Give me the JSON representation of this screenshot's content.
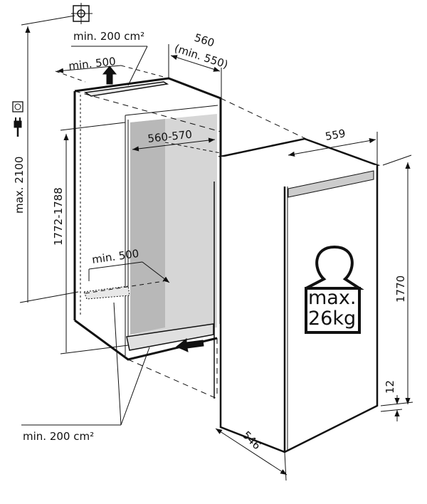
{
  "labels": {
    "top_vent_area": "min. 200 cm²",
    "top_vent_depth": "min. 500",
    "niche_depth": "560",
    "niche_depth_min": "(min. 550)",
    "max_height": "max. 2100",
    "niche_height": "1772-1788",
    "niche_width": "560-570",
    "bottom_vent_depth": "min. 500",
    "appliance_width": "559",
    "max_load_line1": "max.",
    "max_load_line2": "26kg",
    "appliance_height": "1770",
    "plinth_gap": "12",
    "appliance_depth": "546",
    "bottom_vent_area": "min. 200 cm²"
  },
  "colors": {
    "line": "#111111",
    "interior_dark": "#b8b8b8",
    "interior_light": "#d6d6d6"
  }
}
